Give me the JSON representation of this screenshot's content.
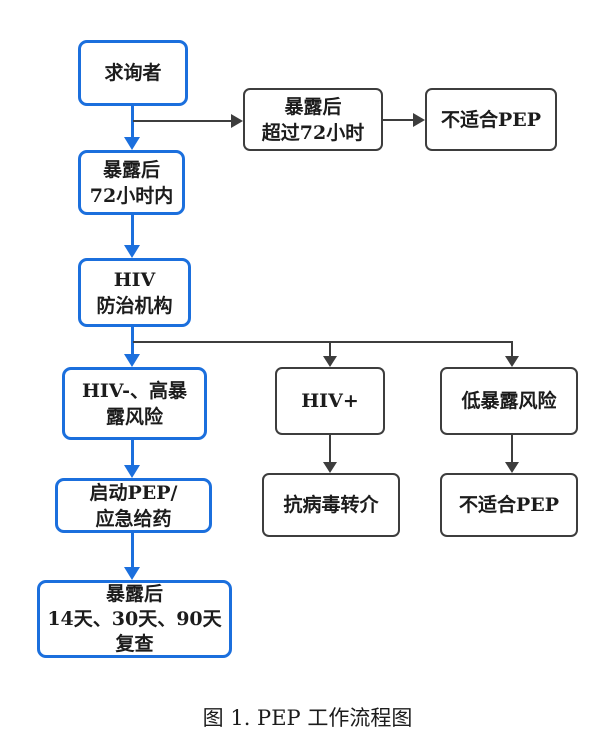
{
  "figure": {
    "caption": "图 1. PEP 工作流程图"
  },
  "colors": {
    "primary_blue": "#1b6fdd",
    "branch_dark_gray": "#3d3d3d",
    "text": "#1c1c1c",
    "background": "#ffffff"
  },
  "chart_type": "flowchart",
  "nodes": {
    "seeker": {
      "label": "求询者"
    },
    "over_72h": {
      "label": "暴露后\n超过72小时"
    },
    "unfit_pep_top": {
      "label": "不适合PEP"
    },
    "within_72h": {
      "label": "暴露后\n72小时内"
    },
    "hiv_org": {
      "label": "HIV\n防治机构"
    },
    "hiv_neg_high_risk": {
      "label": "HIV-、高暴\n露风险"
    },
    "hiv_pos": {
      "label": "HIV+"
    },
    "low_risk": {
      "label": "低暴露风险"
    },
    "start_pep": {
      "label": "启动PEP/\n应急给药"
    },
    "antiviral_referral": {
      "label": "抗病毒转介"
    },
    "unfit_pep_bottom": {
      "label": "不适合PEP"
    },
    "recheck": {
      "label": "暴露后\n14天、30天、90天\n复查"
    }
  },
  "edges": [
    "求询者 → 暴露后72小时内",
    "求询者 → 暴露后超过72小时",
    "暴露后超过72小时 → 不适合PEP",
    "暴露后72小时内 → HIV防治机构",
    "HIV防治机构 → HIV-、高暴露风险",
    "HIV防治机构 → HIV+",
    "HIV防治机构 → 低暴露风险",
    "HIV-、高暴露风险 → 启动PEP/应急给药",
    "启动PEP/应急给药 → 暴露后14天、30天、90天复查",
    "HIV+ → 抗病毒转介",
    "低暴露风险 → 不适合PEP"
  ]
}
